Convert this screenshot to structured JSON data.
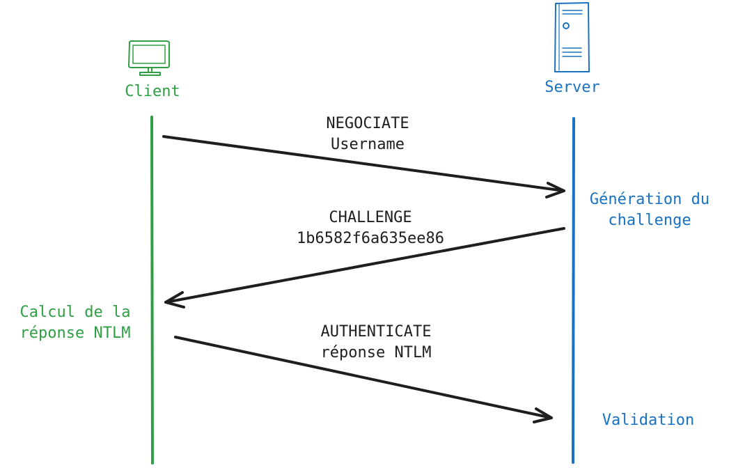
{
  "actors": {
    "client": {
      "label": "Client",
      "icon": "monitor-icon",
      "color": "#2f9e44"
    },
    "server": {
      "label": "Server",
      "icon": "server-tower-icon",
      "color": "#1971c2"
    }
  },
  "messages": [
    {
      "line1": "NEGOCIATE",
      "line2": "Username",
      "direction": "client-to-server"
    },
    {
      "line1": "CHALLENGE",
      "line2": "1b6582f6a635ee86",
      "direction": "server-to-client"
    },
    {
      "line1": "AUTHENTICATE",
      "line2": "réponse NTLM",
      "direction": "client-to-server"
    }
  ],
  "notes": {
    "server_generation": {
      "line1": "Génération du",
      "line2": "challenge"
    },
    "client_calc": {
      "line1": "Calcul de la",
      "line2": "réponse NTLM"
    },
    "server_validation": {
      "line1": "Validation"
    }
  },
  "colors": {
    "arrow": "#1e1e1e",
    "client": "#2f9e44",
    "server": "#1971c2"
  }
}
